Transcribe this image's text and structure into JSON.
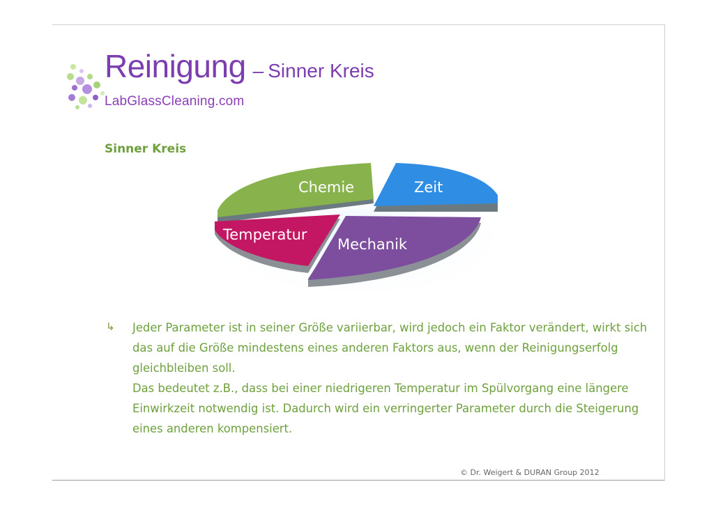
{
  "header": {
    "title": "Reinigung",
    "dash": "–",
    "subtitle": "Sinner Kreis",
    "brand": "LabGlassCleaning.com"
  },
  "section": {
    "heading": "Sinner Kreis"
  },
  "diagram": {
    "segments": [
      {
        "label": "Chemie",
        "color": "#88b24c"
      },
      {
        "label": "Zeit",
        "color": "#2f8de4"
      },
      {
        "label": "Temperatur",
        "color": "#c41763"
      },
      {
        "label": "Mechanik",
        "color": "#7e4e9e"
      }
    ]
  },
  "body": {
    "paragraph_1": "Jeder Parameter ist in seiner Größe variierbar, wird jedoch ein Faktor verändert, wirkt sich das auf die Größe mindestens eines anderen Faktors aus, wenn der Reinigungserfolg gleichbleiben soll.",
    "paragraph_2": "Das bedeutet z.B., dass bei einer niedrigeren Temperatur im Spülvorgang eine längere Einwirkzeit notwendig ist. Dadurch wird ein verringerter Parameter durch die Steigerung eines anderen kompensiert."
  },
  "footer": {
    "copyright": "© Dr. Weigert & DURAN Group 2012"
  },
  "colors": {
    "title": "#7b3db0",
    "text_green": "#6ea03d"
  }
}
